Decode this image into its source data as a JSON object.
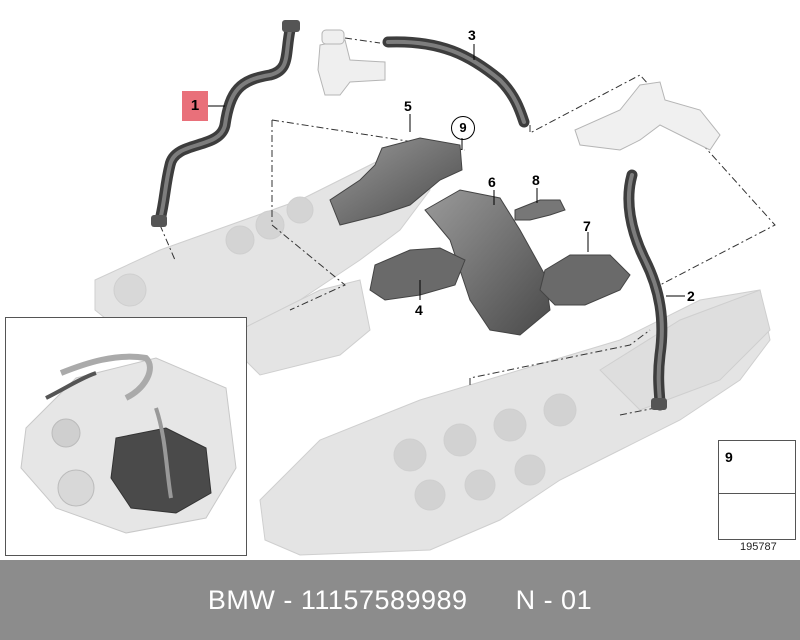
{
  "callouts": {
    "c1": "1",
    "c2": "2",
    "c3": "3",
    "c4": "4",
    "c5": "5",
    "c6": "6",
    "c7": "7",
    "c8": "8",
    "c9": "9"
  },
  "legend": {
    "part_number": "9",
    "icon": "screw-icon",
    "arrow_icon": "mounting-arrow-icon"
  },
  "reference_number": "195787",
  "footer": {
    "text": "BMW - 11157589989      N - 01"
  },
  "colors": {
    "highlight": "#e9707a",
    "footer_bg": "#8c8c8c",
    "part_dark": "#5e5e5e",
    "engine_light": "#e3e3e3"
  }
}
